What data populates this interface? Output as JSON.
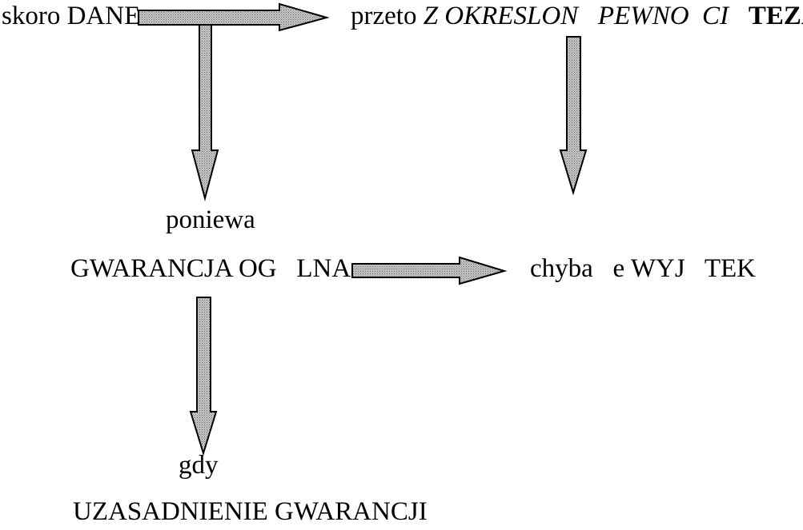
{
  "labels": {
    "skoro": "skoro DANE",
    "przeto_prefix": "przeto ",
    "przeto_mid": "Z OKRESLON   PEWNO  CI",
    "przeto_teza": "TEZA",
    "poniewa": "poniewa",
    "gwarancja": "GWARANCJA OG   LNA",
    "chyba": "chyba   e WYJ   TEK",
    "gdy": "gdy",
    "uzasadnienie": "UZASADNIENIE GWARANCJI"
  },
  "colors": {
    "text": "#000000",
    "arrow_outline": "#000000",
    "arrow_fill": "#a8a8a8",
    "background": "#ffffff"
  }
}
